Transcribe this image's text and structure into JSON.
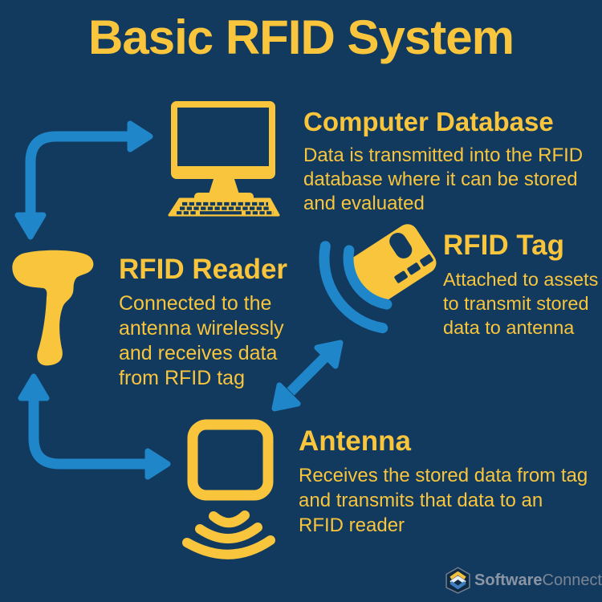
{
  "title": "Basic RFID System",
  "colors": {
    "background": "#123a5f",
    "accent_yellow": "#f8c53c",
    "arrow_blue": "#1f87c9",
    "logo_text_gray": "#8b95a3"
  },
  "nodes": {
    "computer_database": {
      "heading": "Computer Database",
      "lines": [
        "Data is transmitted into the RFID",
        "database where it can be stored",
        "and evaluated"
      ],
      "icon": "computer-monitor-icon"
    },
    "rfid_reader": {
      "heading": "RFID Reader",
      "lines": [
        "Connected to the",
        "antenna wirelessly",
        "and receives data",
        "from RFID tag"
      ],
      "icon": "handheld-scanner-icon"
    },
    "rfid_tag": {
      "heading": "RFID Tag",
      "lines": [
        "Attached to assets",
        "to transmit stored",
        "data to antenna"
      ],
      "icon": "rfid-tag-card-icon"
    },
    "antenna": {
      "heading": "Antenna",
      "lines": [
        "Receives the stored data from tag",
        "and transmits that data to an",
        "RFID reader"
      ],
      "icon": "antenna-square-icon"
    }
  },
  "connections": [
    "arrow-reader-computer",
    "arrow-reader-antenna",
    "arrow-antenna-tag",
    "tag-signal-waves",
    "antenna-signal-waves"
  ],
  "branding": {
    "logo_icon": "software-connect-hexagon-logo",
    "name_bold": "Software",
    "name_regular": "Connect"
  }
}
